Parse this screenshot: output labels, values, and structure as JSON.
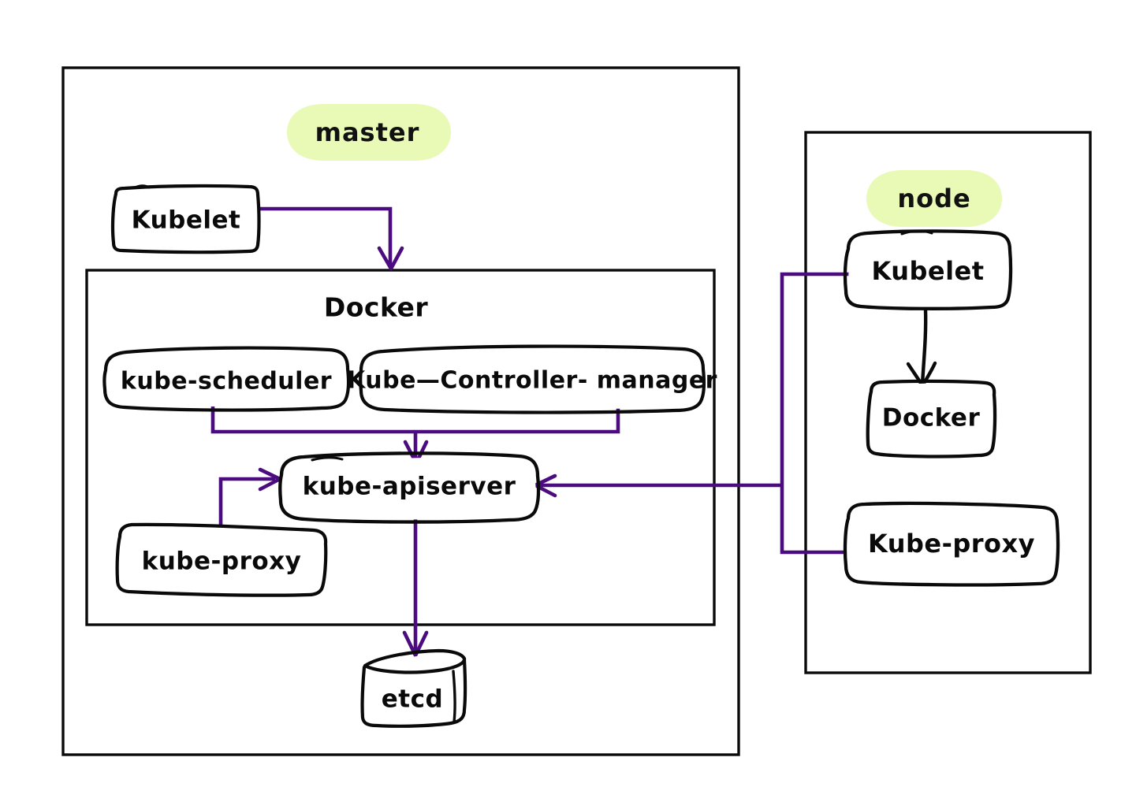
{
  "diagram": {
    "title": "Kubernetes master and node architecture",
    "style": "hand-drawn sketch",
    "background_color": "#ffffff",
    "connector_color": "#4b0c80",
    "stroke_color": "#0a0a0a",
    "pill_color": "#e8f7b5"
  },
  "master": {
    "pill_label": "master",
    "kubelet_label": "Kubelet",
    "docker_label": "Docker",
    "scheduler_label": "kube-scheduler",
    "controller_manager_label": "Kube—Controller- manager",
    "apiserver_label": "kube-apiserver",
    "proxy_label": "kube-proxy",
    "etcd_label": "etcd"
  },
  "node": {
    "pill_label": "node",
    "kubelet_label": "Kubelet",
    "docker_label": "Docker",
    "proxy_label": "Kube-proxy"
  },
  "connections": [
    {
      "name": "master-kubelet-to-docker",
      "from": "master.kubelet",
      "to": "master.docker",
      "color": "#4b0c80"
    },
    {
      "name": "scheduler-to-apiserver",
      "from": "master.scheduler",
      "to": "master.apiserver",
      "color": "#4b0c80"
    },
    {
      "name": "controller-manager-to-apiserver",
      "from": "master.controller_manager",
      "to": "master.apiserver",
      "color": "#4b0c80"
    },
    {
      "name": "master-proxy-to-apiserver",
      "from": "master.proxy",
      "to": "master.apiserver",
      "color": "#4b0c80"
    },
    {
      "name": "apiserver-to-etcd",
      "from": "master.apiserver",
      "to": "master.etcd",
      "color": "#4b0c80"
    },
    {
      "name": "node-kubelet-to-apiserver",
      "from": "node.kubelet",
      "to": "master.apiserver",
      "color": "#4b0c80"
    },
    {
      "name": "node-proxy-to-apiserver",
      "from": "node.proxy",
      "to": "master.apiserver",
      "color": "#4b0c80"
    },
    {
      "name": "node-kubelet-to-node-docker",
      "from": "node.kubelet",
      "to": "node.docker",
      "color": "#0a0a0a"
    }
  ]
}
